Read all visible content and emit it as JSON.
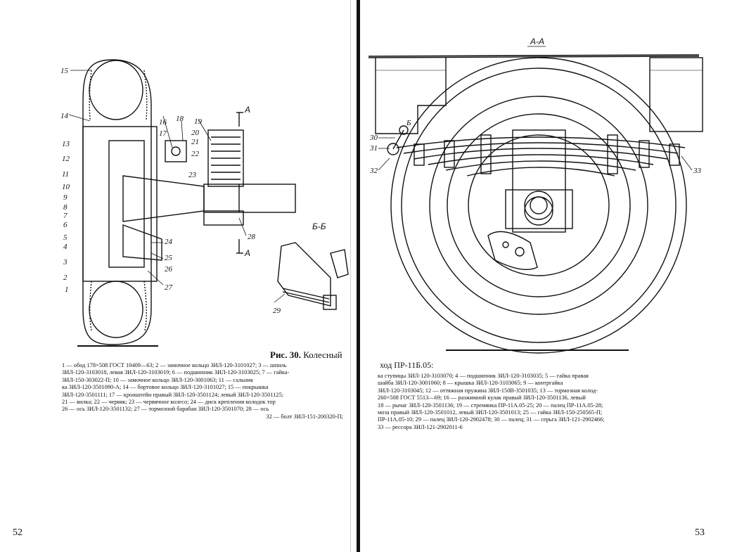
{
  "left_page": {
    "page_number": "52",
    "figure": {
      "label": "Рис. 30.",
      "title": "Колесный",
      "callouts": [
        "1",
        "2",
        "3",
        "4",
        "5",
        "6",
        "7",
        "8",
        "9",
        "10",
        "11",
        "12",
        "13",
        "14",
        "15",
        "16",
        "17",
        "18",
        "19",
        "20",
        "21",
        "22",
        "23",
        "24",
        "25",
        "26",
        "27",
        "28",
        "29"
      ],
      "section_labels": {
        "aa": "А",
        "bb": "Б-Б"
      }
    },
    "legend_lines": [
      "1 — обод 178×508 ГОСТ 10409—63; 2 — замочное кольцо ЗИЛ-120-3101027; 3 — шпиль",
      "ЗИЛ-120-3103018, левая ЗИЛ-120-3103019; 6 — подшипник ЗИЛ-120-3103025; 7 — гайка-",
      "ЗИЛ-150-303022-П; 10 — замочное кольцо ЗИЛ-120-3001063; 11 — сальник",
      "ка ЗИЛ-120-3501090-А; 14 — бортовое кольцо ЗИЛ-120-3101027; 15 — покрышка",
      "ЗИЛ-120-3501111; 17 — кронштейн правый ЗИЛ-120-3501124; левый ЗИЛ-120-3501125;",
      "21 — вилка; 22 — червяк; 23 — червячное колесо; 24 — диск крепления колодок тор",
      "26 — ось ЗИЛ-120-3501132; 27 — тормозной барабан ЗИЛ-120-3501070; 28 — ось",
      "32 — болт ЗИЛ-151-200320-П;"
    ]
  },
  "right_page": {
    "page_number": "53",
    "figure": {
      "caption_continuation": "ход ПР-11Б.05:",
      "section_label": "А-А",
      "callouts": [
        "30",
        "31",
        "32",
        "33",
        "Б"
      ]
    },
    "legend_lines": [
      "ка ступицы ЗИЛ-120-3103070; 4 — подшипник ЗИЛ-120-3103035; 5 — гайка правая",
      "шайба ЗИЛ-120-3001060; 8 — крышка ЗИЛ-120-3103065; 9 — контргайка",
      "ЗИЛ-120-3103045; 12 — оттяжная пружина ЗИЛ-150В-3501035; 13 — тормозная колод-",
      "260×508 ГОСТ 5513—69; 16 — разжимной кулак правый ЗИЛ-120-3501136, левый",
      "18 — рычаг ЗИЛ-120-3501136; 19 — стремянка ПР-11А.05-25; 20 — палец ПР-11А.05-28;",
      "моза правый ЗИЛ-120-3501012, левый ЗИЛ-120-3501013; 25 — гайка ЗИЛ-150-250565-П;",
      "ПР-11А.05-10; 29 — палец ЗИЛ-120-2902478; 30 — палец; 31 — серьга ЗИЛ-121-2902466;",
      "33 — рессора ЗИЛ-121-2902011-6"
    ]
  }
}
